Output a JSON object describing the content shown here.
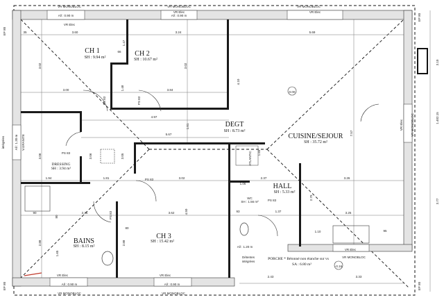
{
  "rooms": {
    "ch1": {
      "name": "CH 1",
      "area": "SH : 9.94 m²"
    },
    "ch2": {
      "name": "CH 2",
      "area": "SH : 10.67 m²"
    },
    "degt": {
      "name": "DEGT",
      "area": "SH : 8.73 m²"
    },
    "cuisine": {
      "name": "CUISINE/SEJOUR",
      "area": "SH : 35.72 m²"
    },
    "dressing": {
      "name": "DRESSING",
      "area": "SH : 3.94 m²"
    },
    "hall": {
      "name": "HALL",
      "area": "SH : 5.33 m²"
    },
    "wc": {
      "name": "WC",
      "area": "SH : 1.56 m²"
    },
    "ch3": {
      "name": "CH 3",
      "area": "SH : 15.42 m²"
    },
    "bains": {
      "name": "BAINS",
      "area": "SH : 8.15 m²"
    },
    "porche": {
      "name": "PORCHE * Bétonné non étanche sur vs",
      "area": "SA : 6.80 m²"
    }
  },
  "labels": {
    "vr_monobloc": "VR MONOBLOC",
    "vr_elec": "VR Elec",
    "all_090": "All : 0.90 m",
    "all_130": "All : 1.30 m",
    "all_120": "All : 1.20 m",
    "ep80": "EP 80",
    "integrees": "intégrées",
    "v_granite": "V.GRANITE",
    "ps83": "PS 83",
    "detentes": "Détentes",
    "integrees2": "intégrées",
    "level_000": "0.00",
    "level_016": "-0.16",
    "atlantic": "ATLANTIC"
  },
  "dimensions": {
    "ch1_w_top": "3.60",
    "ch2_w_top": "3.24",
    "sejour_w_top": "5.69",
    "ch1_h": "3.02",
    "ch2_h": "3.02",
    "ch1_w_bottom": "3.00",
    "ch2_w_bottom": "3.84",
    "wall_147": "1.47",
    "wall_148": "1.48",
    "door_66": "66",
    "degt_497": "4.97",
    "degt_567": "5.67",
    "degt_101": "1.01",
    "sejour_410": "4.10",
    "sejour_757": "7.57",
    "dressing_306": "3.06",
    "degt_306": "3.06",
    "degt_305": "3.05",
    "dressing_194": "1.94",
    "degt_181": "1.81",
    "ch3_302": "3.02",
    "hall_237": "2.37",
    "hall_106": "1.06",
    "wc_165": "1.65",
    "sejour_326": "3.26",
    "sejour_325": "3.25",
    "bains_225": "2.25",
    "ch3_362": "3.62",
    "bains_90": "90",
    "bains_80": "80",
    "ch3_80": "80",
    "ch3_450": "4.50",
    "bains_288": "2.88",
    "bains_165": "1.65",
    "ch3_288": "2.88",
    "hall_137": "1.37",
    "wc_93": "93",
    "kitchen_110": "1.10",
    "kitchen_95": "95",
    "porch_243": "2.43",
    "porch_333": "3.33",
    "hall_270": "2.70",
    "side_310": "3.10",
    "side_1402": "1.402.15",
    "side_377": "3.77",
    "wall_35": "35"
  },
  "colors": {
    "wall": "#1a1a1a",
    "insulation": "#e4e4e4",
    "arrow": "#c0392b"
  }
}
